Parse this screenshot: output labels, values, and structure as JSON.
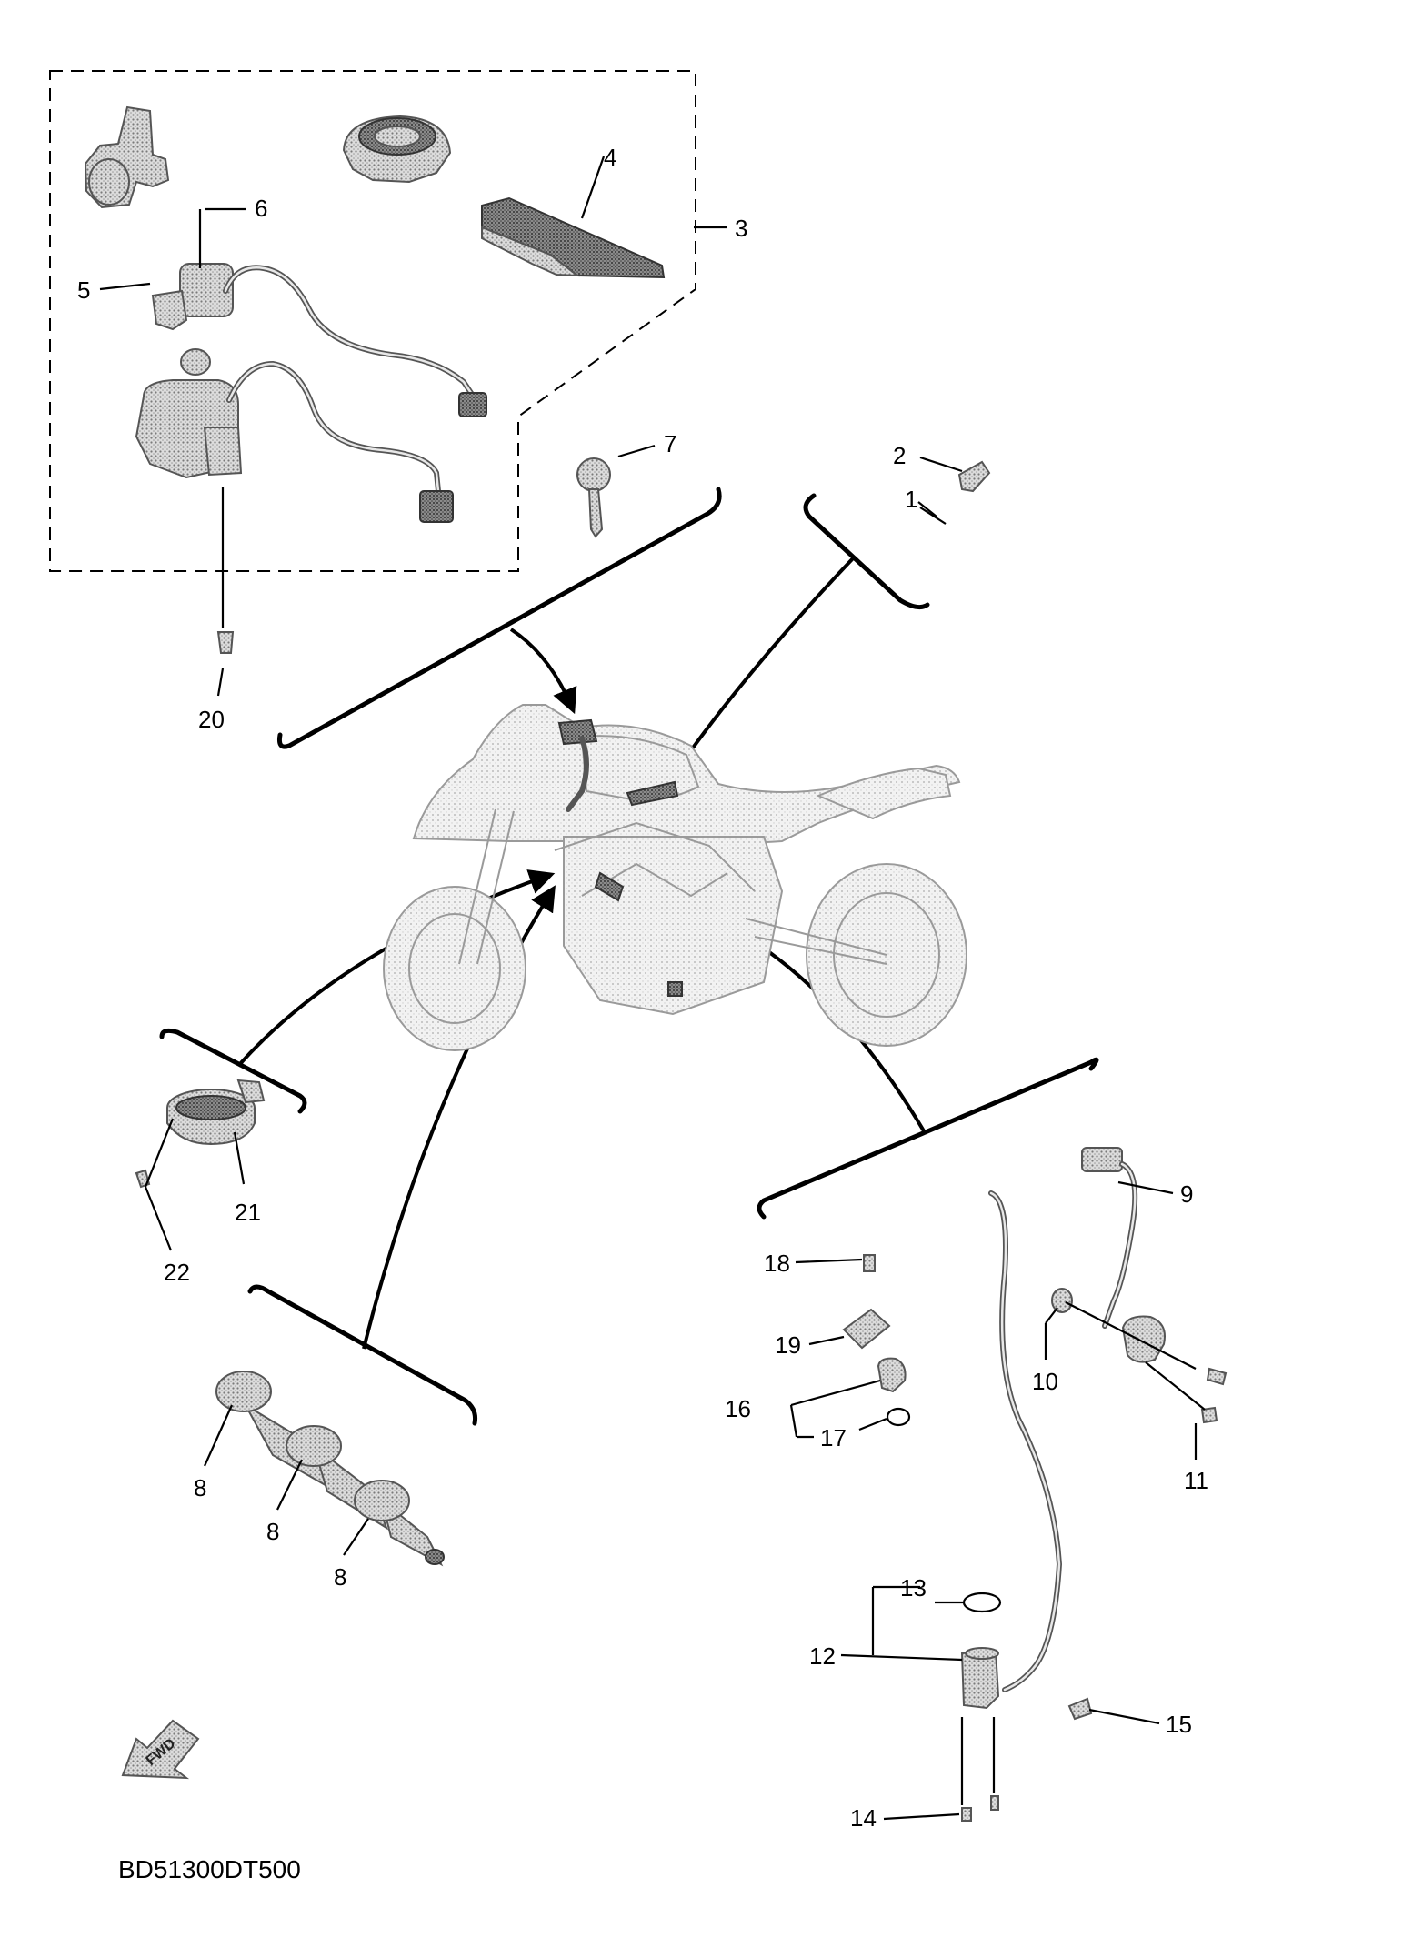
{
  "diagram": {
    "code": "BD51300DT500",
    "fwd_label": "FWD",
    "labels": {
      "l1": "1",
      "l2": "2",
      "l3": "3",
      "l4": "4",
      "l5": "5",
      "l6": "6",
      "l7": "7",
      "l8a": "8",
      "l8b": "8",
      "l8c": "8",
      "l9": "9",
      "l10": "10",
      "l11": "11",
      "l12": "12",
      "l13": "13",
      "l14": "14",
      "l15": "15",
      "l16": "16",
      "l17": "17",
      "l18": "18",
      "l19": "19",
      "l20": "20",
      "l21": "21",
      "l22": "22"
    }
  }
}
